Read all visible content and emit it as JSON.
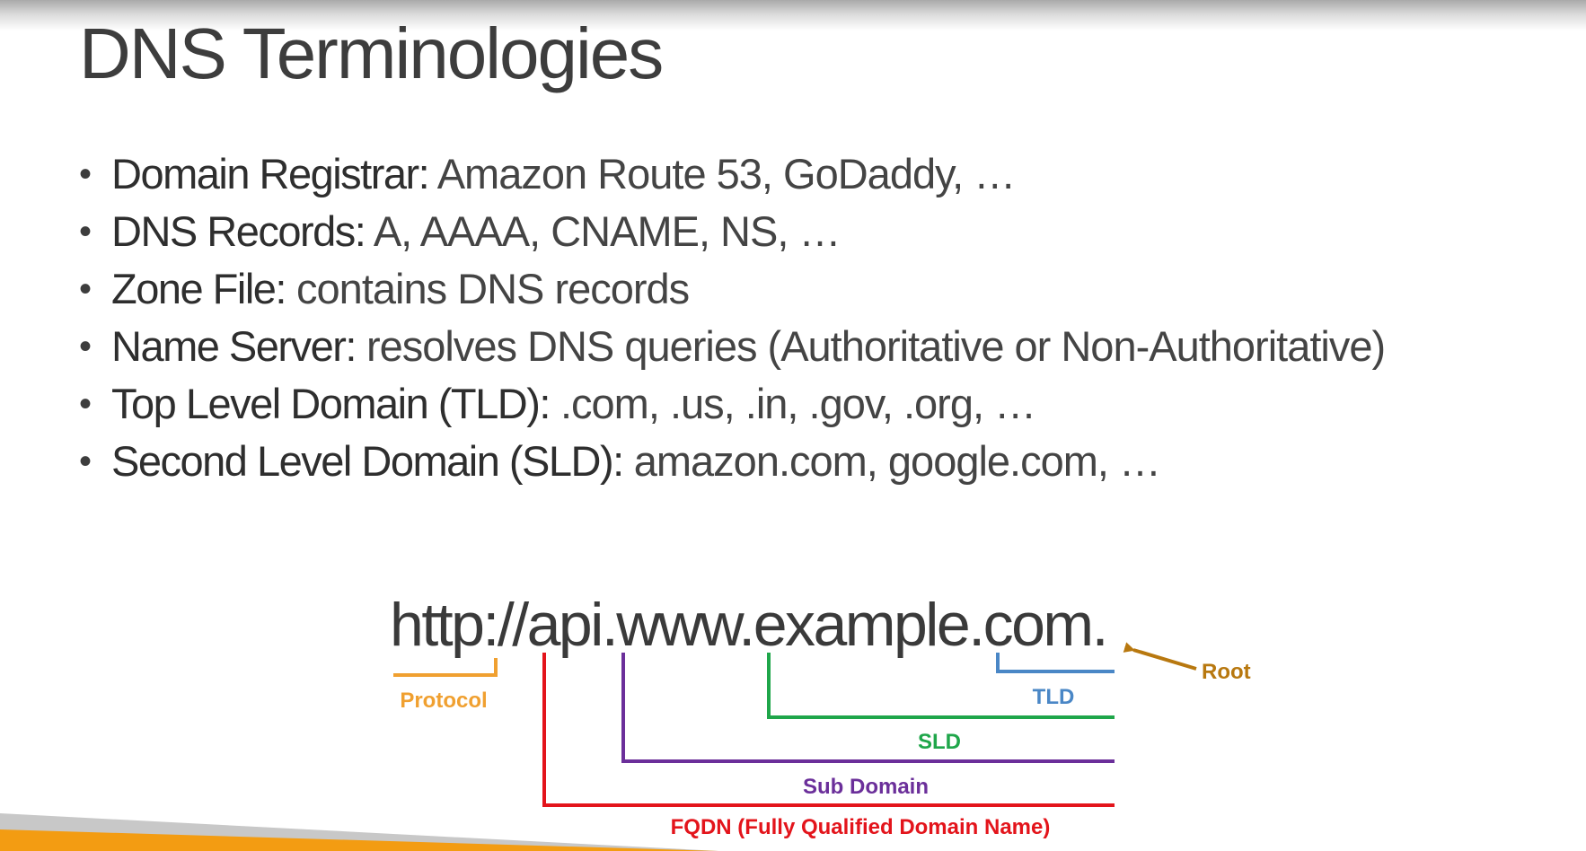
{
  "title": "DNS Terminologies",
  "bullets": [
    {
      "term": "Domain Registrar:",
      "desc": " Amazon Route 53, GoDaddy, …"
    },
    {
      "term": "DNS Records:",
      "desc": " A, AAAA, CNAME, NS, …"
    },
    {
      "term": "Zone File:",
      "desc": " contains DNS records"
    },
    {
      "term": "Name Server:",
      "desc": " resolves DNS queries (Authoritative or Non-Authoritative)"
    },
    {
      "term": "Top Level Domain (TLD):",
      "desc": " .com, .us, .in, .gov, .org, …"
    },
    {
      "term": "Second Level Domain (SLD):",
      "desc": " amazon.com, google.com, …"
    }
  ],
  "url": "http://api.www.example.com.",
  "labels": {
    "protocol": "Protocol",
    "root": "Root",
    "tld": "TLD",
    "sld": "SLD",
    "subdomain": "Sub Domain",
    "fqdn": "FQDN (Fully Qualified Domain Name)"
  },
  "colors": {
    "protocol": "#f0a030",
    "root": "#b8780f",
    "tld": "#4a87c6",
    "sld": "#1fa64a",
    "subdomain": "#6b2f9a",
    "fqdn": "#e3141b",
    "footer_orange": "#f39c12",
    "footer_gray": "#c8c8c8"
  }
}
